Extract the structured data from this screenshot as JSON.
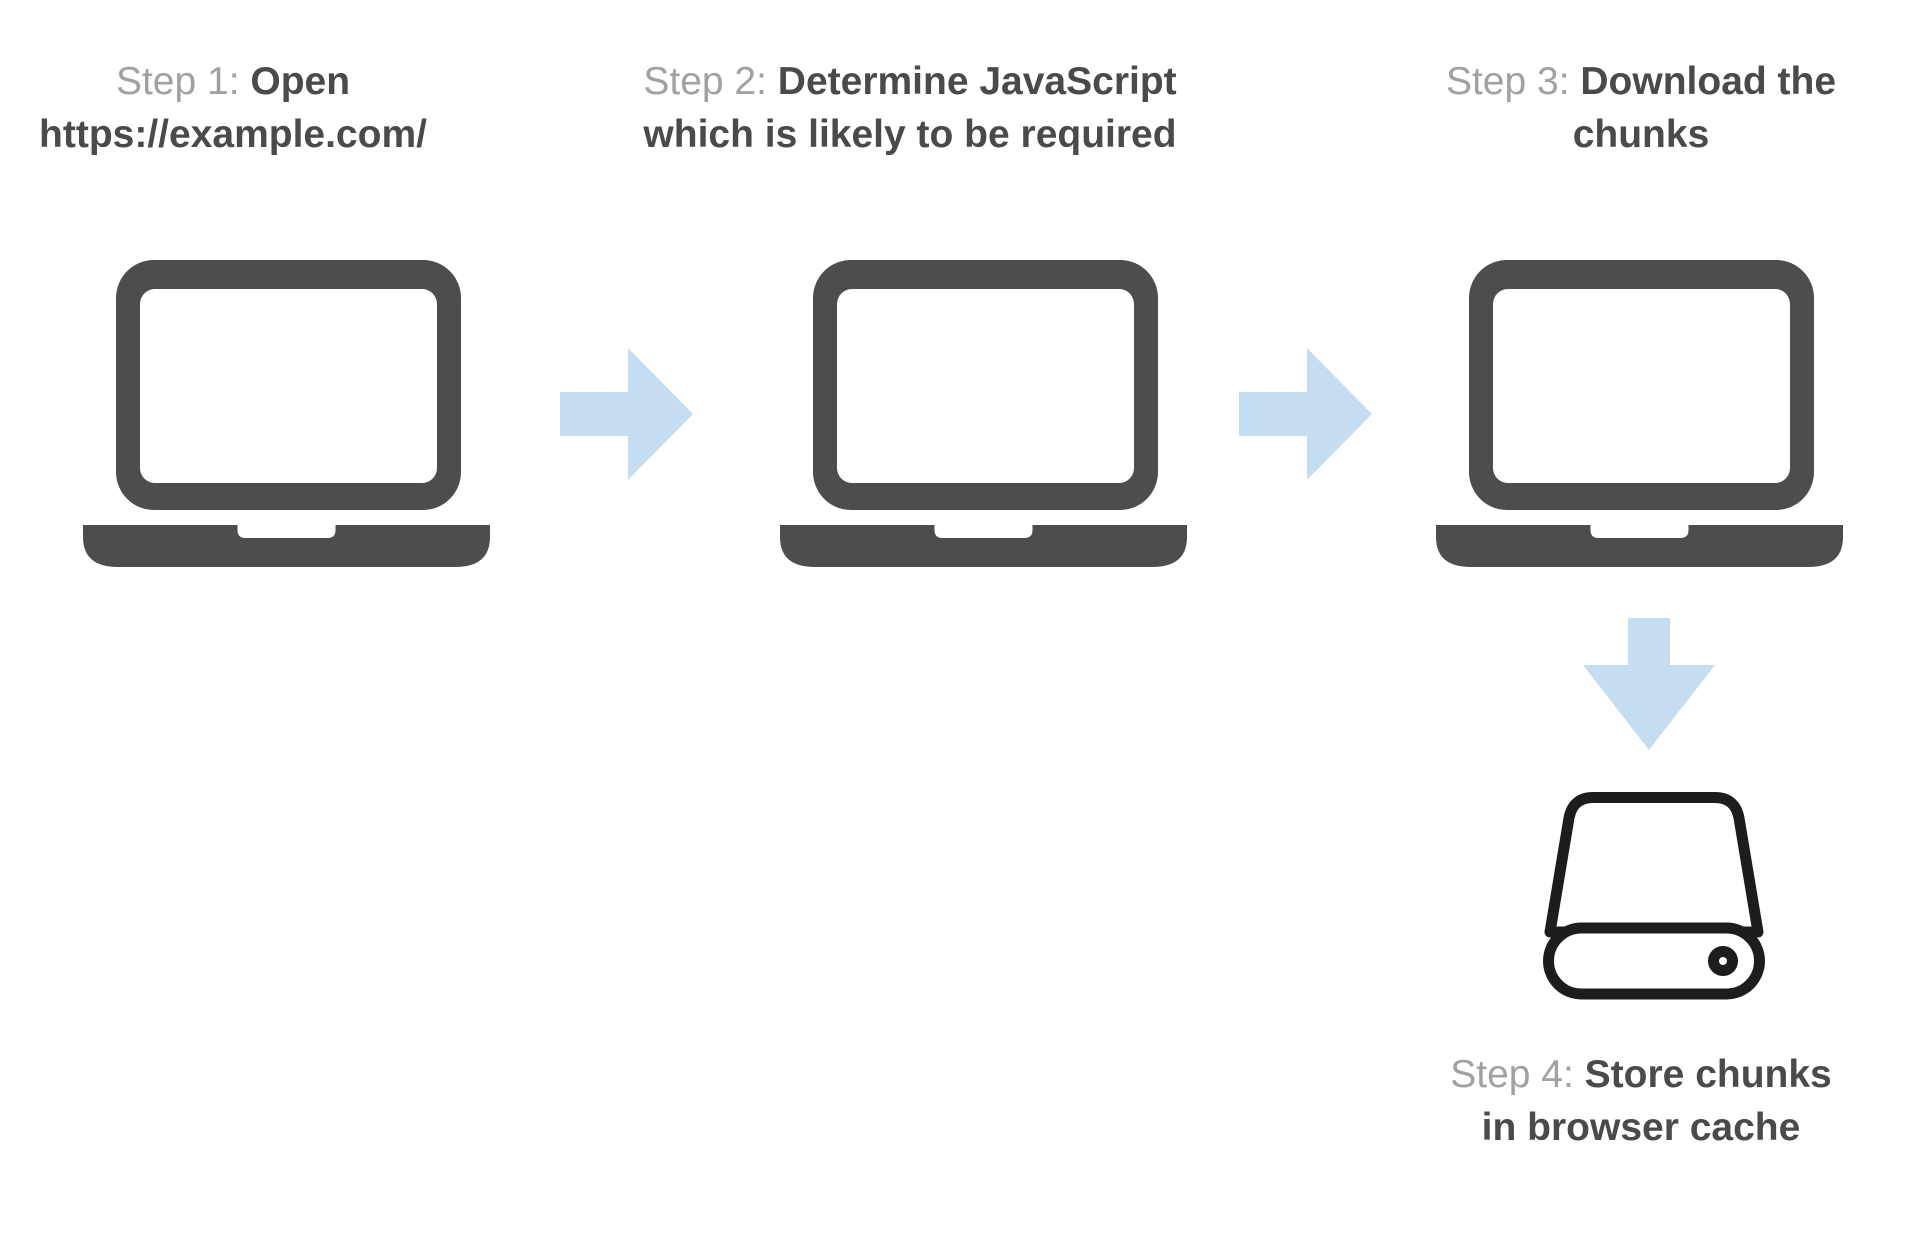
{
  "diagram": {
    "background": "#ffffff",
    "colors": {
      "background": "#ffffff",
      "laptop": "#4d4d4d",
      "arrow": "#c5ddf0",
      "drive_outline": "#1d1d1d",
      "step_label": "#a1a1a1",
      "step_title": "#4a4a4a"
    },
    "steps": [
      {
        "label": "Step 1: ",
        "line1": "Open",
        "line2": "https://example.com/",
        "icon": "laptop-icon"
      },
      {
        "label": "Step 2: ",
        "line1": "Determine JavaScript",
        "line2": "which is likely to be required",
        "icon": "laptop-icon"
      },
      {
        "label": "Step 3: ",
        "line1": "Download the",
        "line2": "chunks",
        "icon": "laptop-icon"
      },
      {
        "label": "Step 4: ",
        "line1": "Store chunks",
        "line2": "in browser cache",
        "icon": "hard-drive-icon"
      }
    ],
    "connectors": [
      {
        "icon": "arrow-right-icon",
        "from": "step-1",
        "to": "step-2"
      },
      {
        "icon": "arrow-right-icon",
        "from": "step-2",
        "to": "step-3"
      },
      {
        "icon": "arrow-down-icon",
        "from": "step-3",
        "to": "step-4"
      }
    ]
  }
}
